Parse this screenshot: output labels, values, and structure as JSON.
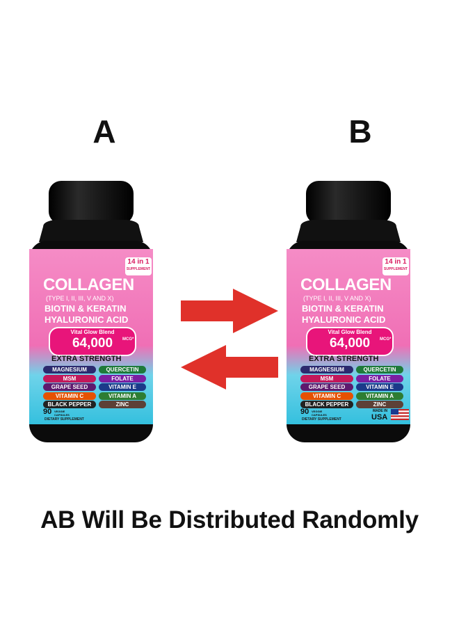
{
  "variants": {
    "a": "A",
    "b": "B"
  },
  "caption": "AB Will Be Distributed Randomly",
  "product": {
    "badge_top": "14 in 1",
    "badge_bottom": "SUPPLEMENT",
    "title": "COLLAGEN",
    "types": "(TYPE I, II, III, V AND X)",
    "line2": "BIOTIN & KERATIN",
    "line3": "HYALURONIC ACID",
    "blend_label": "Vital Glow Blend",
    "blend_amount": "64,000",
    "blend_unit": "MCG*",
    "strength": "EXTRA STRENGTH",
    "ingredients": [
      {
        "name": "MAGNESIUM",
        "color": "#2c2a6e"
      },
      {
        "name": "QUERCETIN",
        "color": "#1e7a3a"
      },
      {
        "name": "MSM",
        "color": "#c2185b"
      },
      {
        "name": "FOLATE",
        "color": "#7b1fa2"
      },
      {
        "name": "GRAPE SEED",
        "color": "#5e1a6e"
      },
      {
        "name": "VITAMIN E",
        "color": "#1b3a8a"
      },
      {
        "name": "VITAMIN C",
        "color": "#e65100"
      },
      {
        "name": "VITAMIN A",
        "color": "#2e7d32"
      },
      {
        "name": "BLACK PEPPER",
        "color": "#222222"
      },
      {
        "name": "ZINC",
        "color": "#5d4037"
      }
    ],
    "count": "90",
    "count_label": "VEGGIE CAPSULES",
    "footer": "DIETARY SUPPLEMENT",
    "made_in": "MADE IN",
    "usa": "USA"
  },
  "colors": {
    "arrow": "#e0312a",
    "label_pink": "#f06fb5",
    "label_cyan": "#3cc4e0",
    "cap": "#0e0e0e"
  }
}
